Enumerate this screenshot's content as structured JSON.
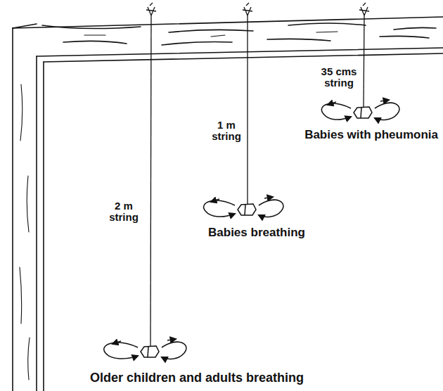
{
  "diagram": {
    "labels": [
      "35 cms string",
      "Babies with pheumonia",
      "1 m string",
      "Babies breathing",
      "2 m string",
      "Older children and adults breathing"
    ]
  }
}
